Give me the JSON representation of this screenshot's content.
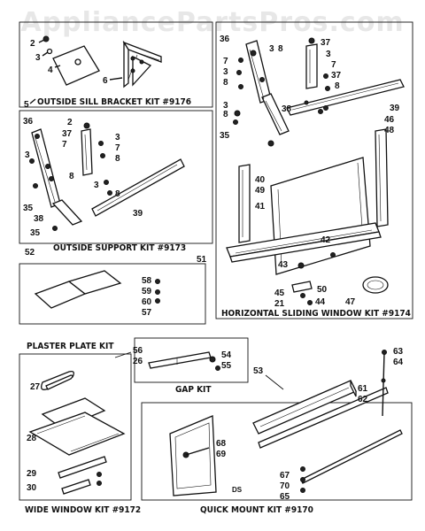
{
  "watermark": "AppliancePartsPros.com",
  "kits": {
    "sill": "OUTSIDE SILL BRACKET KIT #9176",
    "support": "OUTSIDE SUPPORT KIT #9173",
    "horizontal": "HORIZONTAL SLIDING WINDOW KIT #9174",
    "plaster": "PLASTER PLATE KIT",
    "gap": "GAP KIT",
    "wide": "WIDE WINDOW KIT #9172",
    "quick": "QUICK MOUNT KIT #9170"
  },
  "callouts": {
    "c2a": "2",
    "c3a": "3",
    "c4": "4",
    "c5": "5",
    "c6": "6",
    "c36a": "36",
    "c37a": "37",
    "c7a": "7",
    "c3b": "3",
    "c8a": "8",
    "c3c": "3",
    "c8b": "8",
    "c37b": "37",
    "c3d": "3",
    "c7b": "7",
    "c8c": "8",
    "c38a": "38",
    "c35a": "35",
    "c3e": "3",
    "c8d": "8",
    "c39a": "39",
    "c36b": "36",
    "c2b": "2",
    "c37c": "37",
    "c7c": "7",
    "c3f": "3",
    "c8e": "8",
    "c3g": "3",
    "c7d": "7",
    "c8f": "8",
    "c3h": "3",
    "c8g": "8",
    "c35b": "35",
    "c38b": "38",
    "c39b": "39",
    "c35c": "35",
    "c52": "52",
    "c46": "46",
    "c48": "48",
    "c40": "40",
    "c49": "49",
    "c41": "41",
    "c42": "42",
    "c43": "43",
    "c51": "51",
    "c45": "45",
    "c50": "50",
    "c21": "21",
    "c44": "44",
    "c47": "47",
    "c58": "58",
    "c59": "59",
    "c60": "60",
    "c57": "57",
    "c56": "56",
    "c26": "26",
    "c54": "54",
    "c55": "55",
    "c53": "53",
    "c27": "27",
    "c28": "28",
    "c29": "29",
    "c30": "30",
    "c61": "61",
    "c62": "62",
    "c63": "63",
    "c64": "64",
    "c68": "68",
    "c69": "69",
    "c67": "67",
    "c70": "70",
    "c65": "65",
    "ds": "DS"
  }
}
